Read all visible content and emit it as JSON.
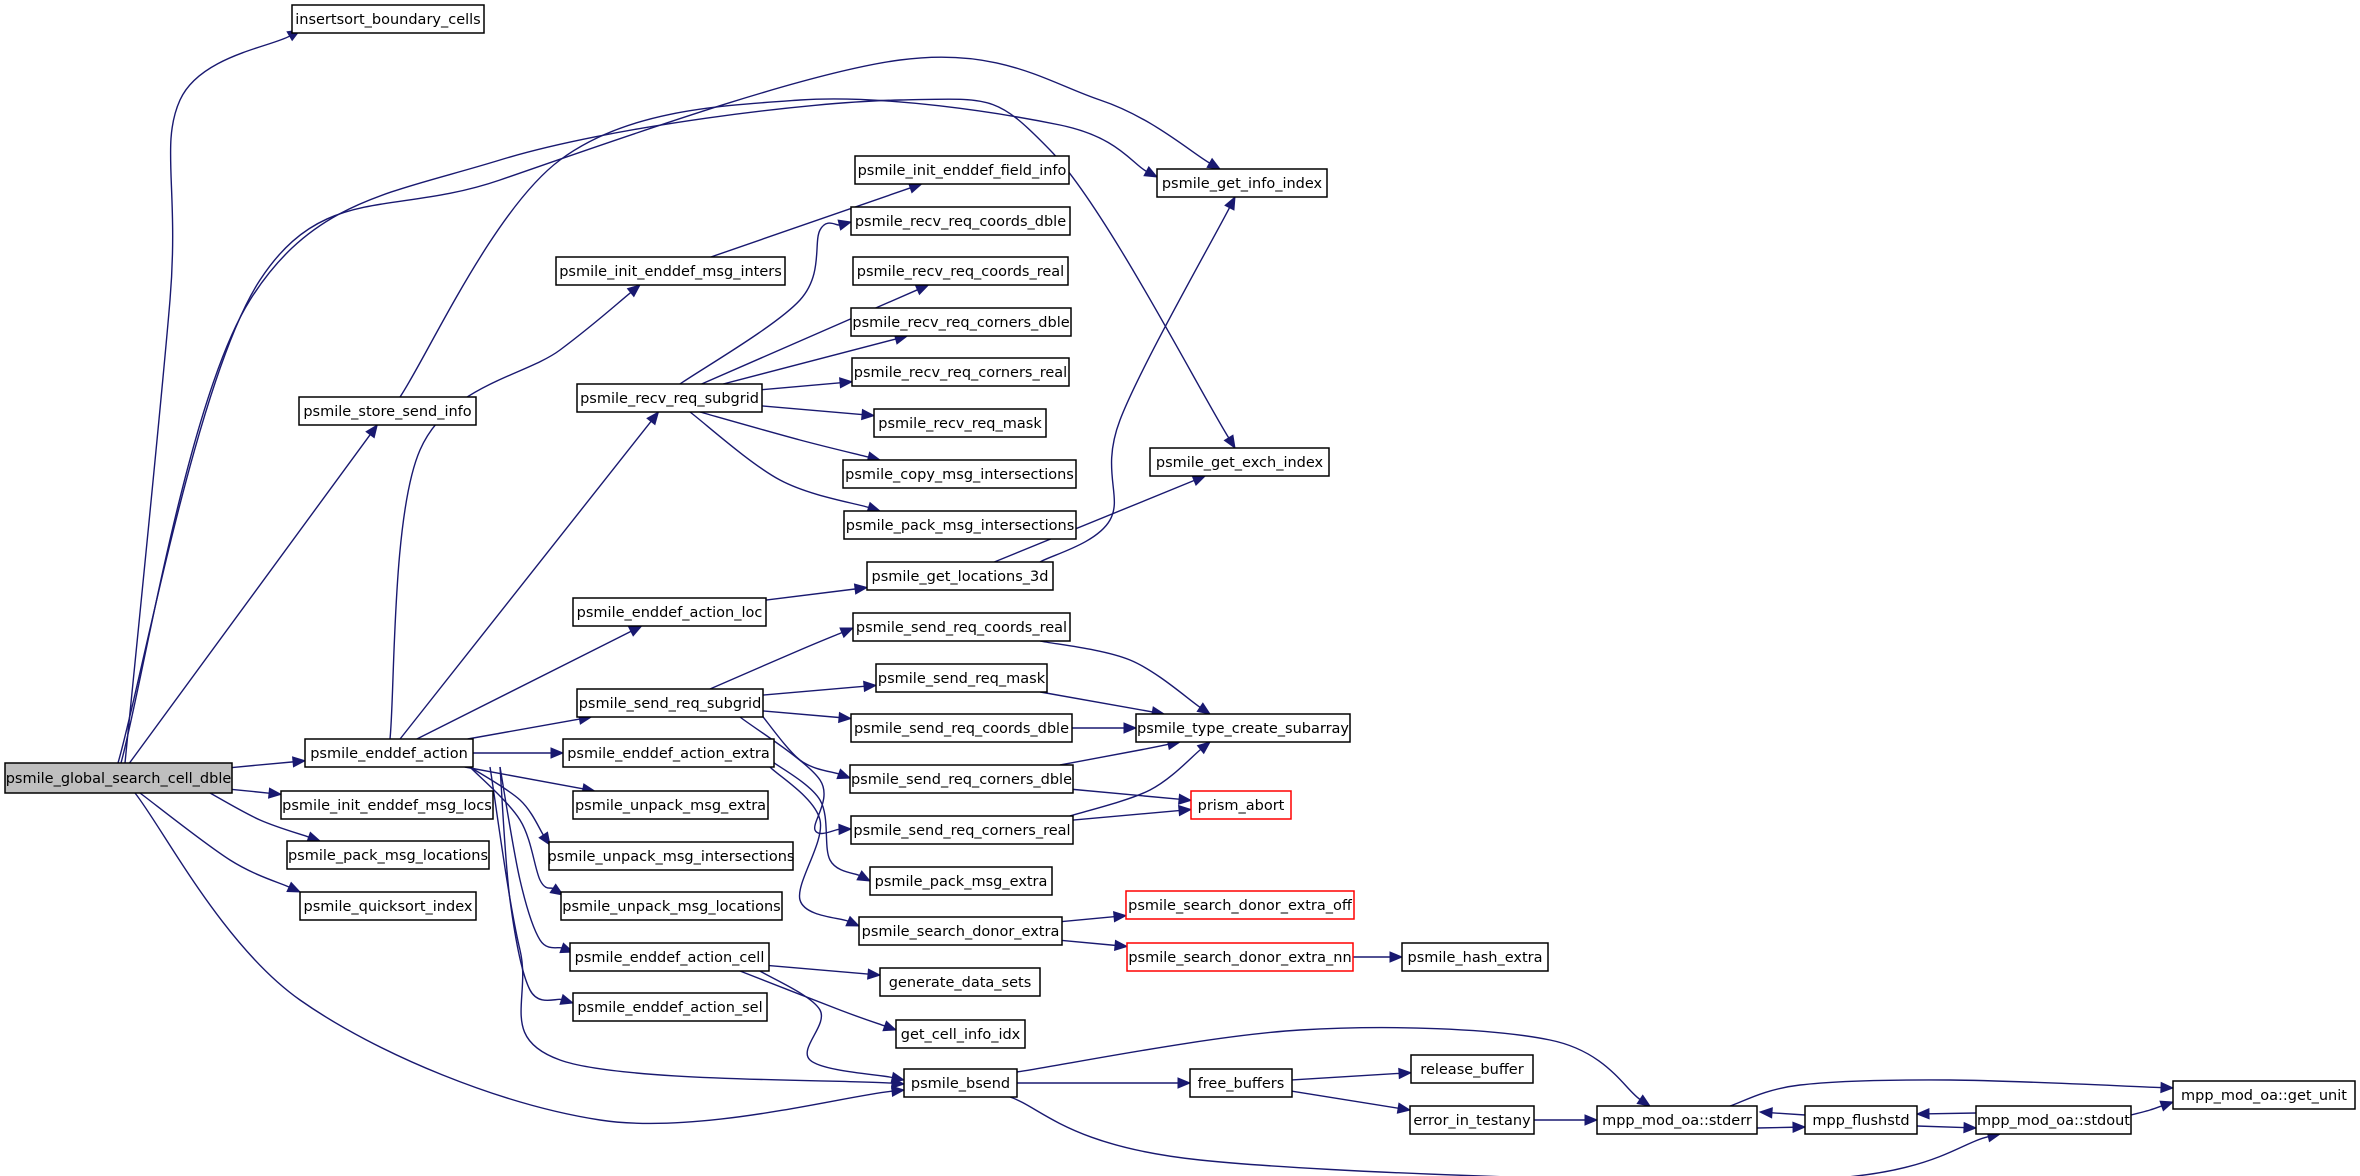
{
  "graph": {
    "edge_color": "#191970",
    "root_fill": "#bfbfbf",
    "external_border": "#ff0000",
    "nodes": [
      {
        "id": "global_search",
        "label": "psmile_global_search_cell_dble",
        "style": "root"
      },
      {
        "id": "insertsort",
        "label": "insertsort_boundary_cells"
      },
      {
        "id": "get_info_index",
        "label": "psmile_get_info_index"
      },
      {
        "id": "store_send_info",
        "label": "psmile_store_send_info"
      },
      {
        "id": "get_exch_index",
        "label": "psmile_get_exch_index"
      },
      {
        "id": "init_field_info",
        "label": "psmile_init_enddef_field_info"
      },
      {
        "id": "recv_coords_dble",
        "label": "psmile_recv_req_coords_dble"
      },
      {
        "id": "init_msg_inters",
        "label": "psmile_init_enddef_msg_inters"
      },
      {
        "id": "recv_coords_real",
        "label": "psmile_recv_req_coords_real"
      },
      {
        "id": "recv_corners_dble",
        "label": "psmile_recv_req_corners_dble"
      },
      {
        "id": "recv_corners_real",
        "label": "psmile_recv_req_corners_real"
      },
      {
        "id": "recv_subgrid",
        "label": "psmile_recv_req_subgrid"
      },
      {
        "id": "recv_mask",
        "label": "psmile_recv_req_mask"
      },
      {
        "id": "copy_msg_inters",
        "label": "psmile_copy_msg_intersections"
      },
      {
        "id": "pack_msg_inters",
        "label": "psmile_pack_msg_intersections"
      },
      {
        "id": "get_locations_3d",
        "label": "psmile_get_locations_3d"
      },
      {
        "id": "action_loc",
        "label": "psmile_enddef_action_loc"
      },
      {
        "id": "send_coords_real",
        "label": "psmile_send_req_coords_real"
      },
      {
        "id": "send_mask",
        "label": "psmile_send_req_mask"
      },
      {
        "id": "send_subgrid",
        "label": "psmile_send_req_subgrid"
      },
      {
        "id": "type_create_subarray",
        "label": "psmile_type_create_subarray"
      },
      {
        "id": "send_coords_dble",
        "label": "psmile_send_req_coords_dble"
      },
      {
        "id": "enddef_action",
        "label": "psmile_enddef_action"
      },
      {
        "id": "action_extra",
        "label": "psmile_enddef_action_extra"
      },
      {
        "id": "send_corners_dble",
        "label": "psmile_send_req_corners_dble"
      },
      {
        "id": "prism_abort",
        "label": "prism_abort",
        "style": "external"
      },
      {
        "id": "init_msg_locs",
        "label": "psmile_init_enddef_msg_locs"
      },
      {
        "id": "unpack_msg_extra",
        "label": "psmile_unpack_msg_extra"
      },
      {
        "id": "send_corners_real",
        "label": "psmile_send_req_corners_real"
      },
      {
        "id": "pack_msg_locations",
        "label": "psmile_pack_msg_locations"
      },
      {
        "id": "unpack_msg_inters",
        "label": "psmile_unpack_msg_intersections"
      },
      {
        "id": "pack_msg_extra",
        "label": "psmile_pack_msg_extra"
      },
      {
        "id": "quicksort_index",
        "label": "psmile_quicksort_index"
      },
      {
        "id": "unpack_msg_locations",
        "label": "psmile_unpack_msg_locations"
      },
      {
        "id": "search_extra_off",
        "label": "psmile_search_donor_extra_off",
        "style": "external"
      },
      {
        "id": "search_donor_extra",
        "label": "psmile_search_donor_extra"
      },
      {
        "id": "action_cell",
        "label": "psmile_enddef_action_cell"
      },
      {
        "id": "search_extra_nn",
        "label": "psmile_search_donor_extra_nn",
        "style": "external"
      },
      {
        "id": "hash_extra",
        "label": "psmile_hash_extra"
      },
      {
        "id": "generate_data_sets",
        "label": "generate_data_sets"
      },
      {
        "id": "action_sel",
        "label": "psmile_enddef_action_sel"
      },
      {
        "id": "get_cell_info_idx",
        "label": "get_cell_info_idx"
      },
      {
        "id": "release_buffer",
        "label": "release_buffer"
      },
      {
        "id": "bsend",
        "label": "psmile_bsend"
      },
      {
        "id": "free_buffers",
        "label": "free_buffers"
      },
      {
        "id": "get_unit",
        "label": "mpp_mod_oa::get_unit"
      },
      {
        "id": "error_in_testany",
        "label": "error_in_testany"
      },
      {
        "id": "stderr",
        "label": "mpp_mod_oa::stderr"
      },
      {
        "id": "flushstd",
        "label": "mpp_flushstd"
      },
      {
        "id": "stdout",
        "label": "mpp_mod_oa::stdout"
      }
    ],
    "edges": [
      {
        "from": "global_search",
        "to": "insertsort"
      },
      {
        "from": "global_search",
        "to": "get_info_index"
      },
      {
        "from": "global_search",
        "to": "get_exch_index"
      },
      {
        "from": "global_search",
        "to": "store_send_info"
      },
      {
        "from": "global_search",
        "to": "enddef_action"
      },
      {
        "from": "global_search",
        "to": "init_msg_locs"
      },
      {
        "from": "global_search",
        "to": "pack_msg_locations"
      },
      {
        "from": "global_search",
        "to": "quicksort_index"
      },
      {
        "from": "global_search",
        "to": "bsend"
      },
      {
        "from": "store_send_info",
        "to": "get_info_index"
      },
      {
        "from": "enddef_action",
        "to": "init_msg_inters"
      },
      {
        "from": "enddef_action",
        "to": "recv_subgrid"
      },
      {
        "from": "enddef_action",
        "to": "action_loc"
      },
      {
        "from": "enddef_action",
        "to": "send_subgrid"
      },
      {
        "from": "enddef_action",
        "to": "action_extra"
      },
      {
        "from": "enddef_action",
        "to": "unpack_msg_extra"
      },
      {
        "from": "enddef_action",
        "to": "unpack_msg_inters"
      },
      {
        "from": "enddef_action",
        "to": "unpack_msg_locations"
      },
      {
        "from": "enddef_action",
        "to": "action_cell"
      },
      {
        "from": "enddef_action",
        "to": "action_sel"
      },
      {
        "from": "enddef_action",
        "to": "bsend"
      },
      {
        "from": "init_msg_inters",
        "to": "init_field_info"
      },
      {
        "from": "recv_subgrid",
        "to": "recv_coords_dble"
      },
      {
        "from": "recv_subgrid",
        "to": "recv_coords_real"
      },
      {
        "from": "recv_subgrid",
        "to": "recv_corners_dble"
      },
      {
        "from": "recv_subgrid",
        "to": "recv_corners_real"
      },
      {
        "from": "recv_subgrid",
        "to": "recv_mask"
      },
      {
        "from": "recv_subgrid",
        "to": "copy_msg_inters"
      },
      {
        "from": "recv_subgrid",
        "to": "pack_msg_inters"
      },
      {
        "from": "action_loc",
        "to": "get_locations_3d"
      },
      {
        "from": "get_locations_3d",
        "to": "get_info_index"
      },
      {
        "from": "get_locations_3d",
        "to": "get_exch_index"
      },
      {
        "from": "send_subgrid",
        "to": "send_coords_real"
      },
      {
        "from": "send_subgrid",
        "to": "send_mask"
      },
      {
        "from": "send_subgrid",
        "to": "send_coords_dble"
      },
      {
        "from": "send_subgrid",
        "to": "send_corners_dble"
      },
      {
        "from": "send_subgrid",
        "to": "send_corners_real"
      },
      {
        "from": "send_coords_real",
        "to": "type_create_subarray"
      },
      {
        "from": "send_mask",
        "to": "type_create_subarray"
      },
      {
        "from": "send_coords_dble",
        "to": "type_create_subarray"
      },
      {
        "from": "send_corners_dble",
        "to": "type_create_subarray"
      },
      {
        "from": "send_corners_dble",
        "to": "prism_abort"
      },
      {
        "from": "send_corners_real",
        "to": "type_create_subarray"
      },
      {
        "from": "send_corners_real",
        "to": "prism_abort"
      },
      {
        "from": "action_extra",
        "to": "pack_msg_extra"
      },
      {
        "from": "action_extra",
        "to": "search_donor_extra"
      },
      {
        "from": "search_donor_extra",
        "to": "search_extra_off"
      },
      {
        "from": "search_donor_extra",
        "to": "search_extra_nn"
      },
      {
        "from": "search_extra_nn",
        "to": "hash_extra"
      },
      {
        "from": "action_cell",
        "to": "generate_data_sets"
      },
      {
        "from": "action_cell",
        "to": "get_cell_info_idx"
      },
      {
        "from": "action_cell",
        "to": "bsend"
      },
      {
        "from": "bsend",
        "to": "free_buffers"
      },
      {
        "from": "bsend",
        "to": "stderr"
      },
      {
        "from": "bsend",
        "to": "stdout"
      },
      {
        "from": "free_buffers",
        "to": "release_buffer"
      },
      {
        "from": "free_buffers",
        "to": "error_in_testany"
      },
      {
        "from": "error_in_testany",
        "to": "stderr"
      },
      {
        "from": "stderr",
        "to": "flushstd"
      },
      {
        "from": "stderr",
        "to": "get_unit"
      },
      {
        "from": "flushstd",
        "to": "stderr"
      },
      {
        "from": "flushstd",
        "to": "stdout"
      },
      {
        "from": "stdout",
        "to": "flushstd"
      },
      {
        "from": "stdout",
        "to": "get_unit"
      }
    ]
  }
}
